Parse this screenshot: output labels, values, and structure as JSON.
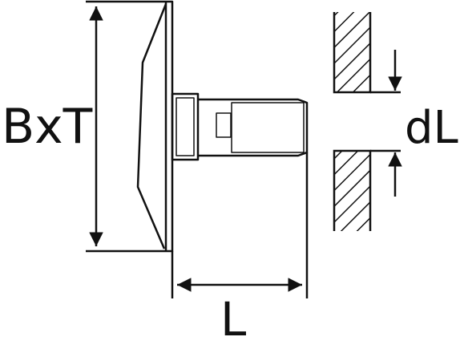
{
  "labels": {
    "width_thickness": "BxT",
    "hole_diameter": "dL",
    "length": "L"
  },
  "colors": {
    "stroke": "#111111",
    "background": "#ffffff"
  }
}
